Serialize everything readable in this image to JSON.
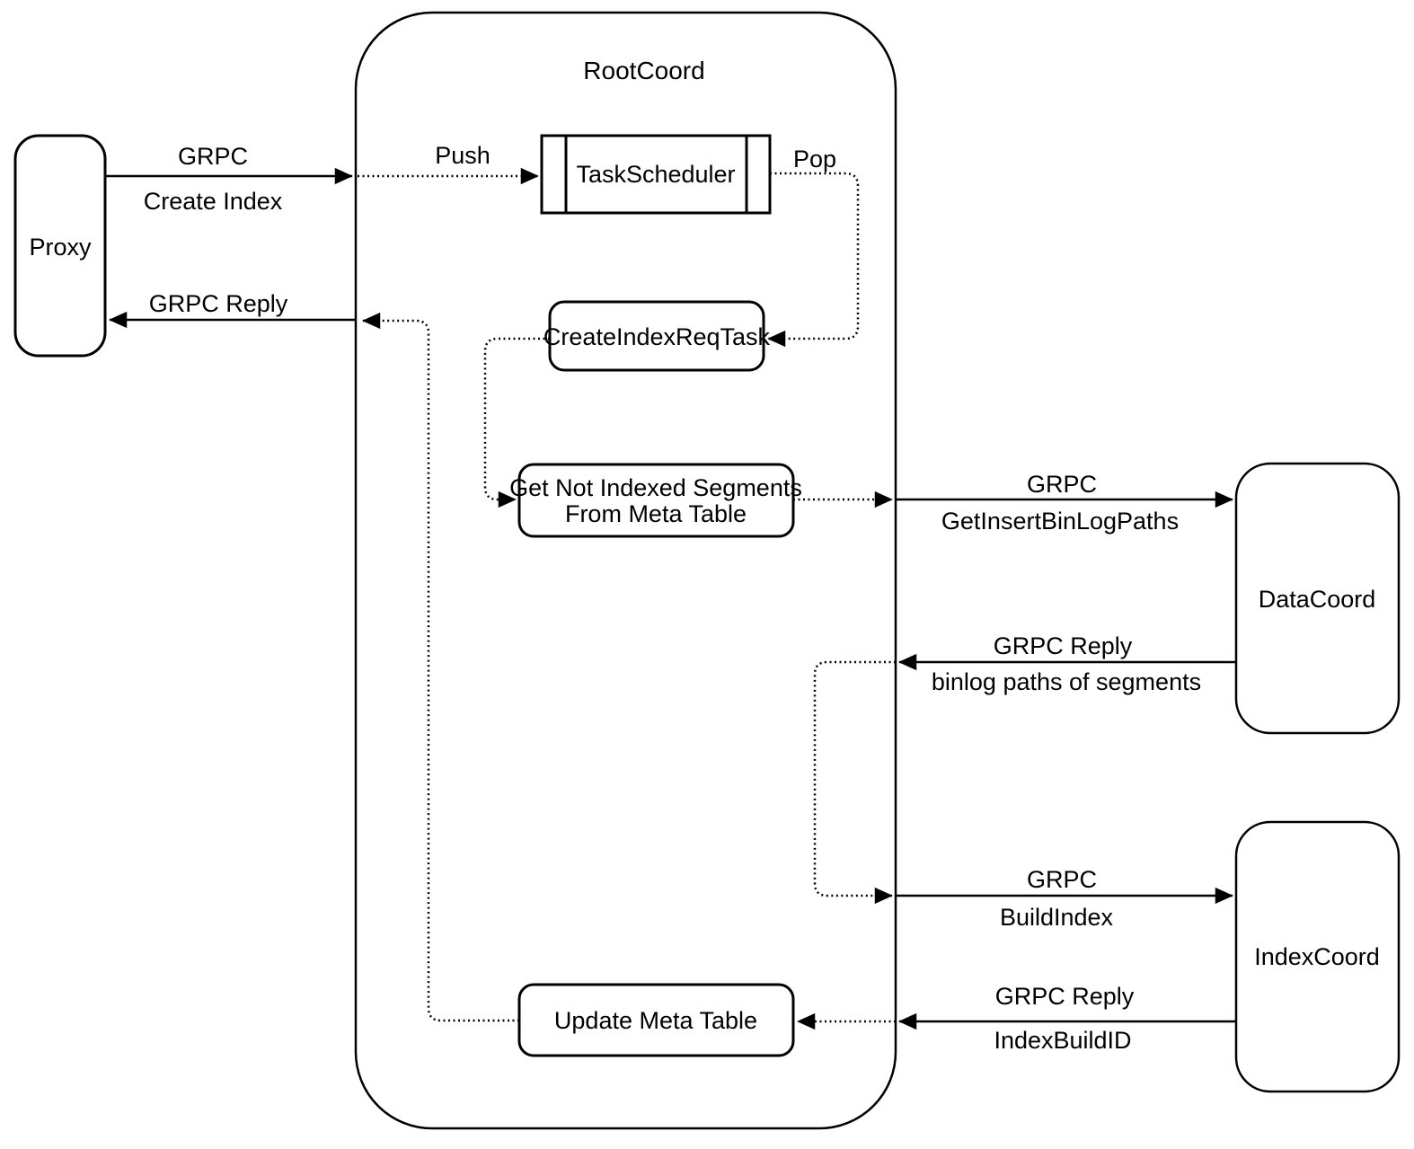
{
  "diagram": {
    "container": {
      "label": "RootCoord"
    },
    "nodes": {
      "proxy": {
        "label": "Proxy"
      },
      "task_scheduler": {
        "label": "TaskScheduler"
      },
      "create_index_req_task": {
        "label": "CreateIndexReqTask"
      },
      "get_not_indexed_segments": {
        "label_line1": "Get Not Indexed Segments",
        "label_line2": "From Meta Table"
      },
      "update_meta_table": {
        "label": "Update Meta Table"
      },
      "data_coord": {
        "label": "DataCoord"
      },
      "index_coord": {
        "label": "IndexCoord"
      }
    },
    "edges": {
      "grpc_create_index": {
        "protocol": "GRPC",
        "message": "Create Index"
      },
      "grpc_reply_to_proxy": {
        "protocol": "GRPC Reply"
      },
      "push": {
        "label": "Push"
      },
      "pop": {
        "label": "Pop"
      },
      "grpc_get_insert_bin_log_paths": {
        "protocol": "GRPC",
        "message": "GetInsertBinLogPaths"
      },
      "grpc_reply_binlog_paths": {
        "protocol": "GRPC Reply",
        "message": "binlog paths of segments"
      },
      "grpc_build_index": {
        "protocol": "GRPC",
        "message": "BuildIndex"
      },
      "grpc_reply_index_build_id": {
        "protocol": "GRPC Reply",
        "message": "IndexBuildID"
      }
    },
    "colors": {
      "stroke": "#000000",
      "text": "#000000",
      "background": "#ffffff"
    }
  }
}
